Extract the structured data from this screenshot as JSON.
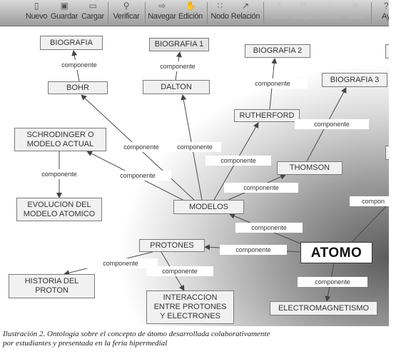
{
  "toolbar": {
    "buttons": [
      {
        "label": "Nuevo",
        "icon": "document-icon",
        "glyph": "▯",
        "enabled": true
      },
      {
        "label": "Guardar",
        "icon": "save-icon",
        "glyph": "▣",
        "enabled": true
      },
      {
        "label": "Cargar",
        "icon": "folder-icon",
        "glyph": "▭",
        "enabled": true
      },
      {
        "label": "Verificar",
        "icon": "magnifier-icon",
        "glyph": "⚲",
        "enabled": true
      },
      {
        "label": "Navegar",
        "icon": "arrow-icon",
        "glyph": "⇨",
        "enabled": true
      },
      {
        "label": "Edición",
        "icon": "hand-icon",
        "glyph": "✋",
        "enabled": true
      },
      {
        "label": "Nodo",
        "icon": "node-icon",
        "glyph": "∷",
        "enabled": true
      },
      {
        "label": "Relación",
        "icon": "relation-icon",
        "glyph": "↗",
        "enabled": true
      },
      {
        "label": "Texto",
        "icon": "text-icon",
        "glyph": "A",
        "enabled": false
      },
      {
        "label": "Imagen",
        "icon": "image-icon",
        "glyph": "⊠",
        "enabled": false
      },
      {
        "label": "Sonido",
        "icon": "speaker-icon",
        "glyph": "♪",
        "enabled": false
      },
      {
        "label": "Video",
        "icon": "eye-icon",
        "glyph": "◉",
        "enabled": false
      },
      {
        "label": "Ay",
        "icon": "help-icon",
        "glyph": "?",
        "enabled": true
      }
    ]
  },
  "diagram": {
    "nodes": [
      {
        "id": "bio0",
        "label": "BIOGRAFIA"
      },
      {
        "id": "bio1",
        "label": "BIOGRAFIA 1"
      },
      {
        "id": "bio2",
        "label": "BIOGRAFIA 2"
      },
      {
        "id": "bio3",
        "label": "BIOGRAFIA 3"
      },
      {
        "id": "bohr",
        "label": "BOHR"
      },
      {
        "id": "dalton",
        "label": "DALTON"
      },
      {
        "id": "rutherford",
        "label": "RUTHERFORD"
      },
      {
        "id": "schrod",
        "label": "SCHRODINGER O\nMODELO ACTUAL"
      },
      {
        "id": "thomson",
        "label": "THOMSON"
      },
      {
        "id": "evol",
        "label": "EVOLUCION DEL\nMODELO ATOMICO"
      },
      {
        "id": "modelos",
        "label": "MODELOS"
      },
      {
        "id": "protones",
        "label": "PROTONES"
      },
      {
        "id": "atomo",
        "label": "ATOMO"
      },
      {
        "id": "historia",
        "label": "HISTORIA DEL\nPROTON"
      },
      {
        "id": "interaccion",
        "label": "INTERACCION\nENTRE PROTONES\nY ELECTRONES"
      },
      {
        "id": "electro",
        "label": "ELECTROMAGNETISMO"
      }
    ],
    "edges": [
      {
        "from": "bohr",
        "to": "bio0",
        "label": "componente"
      },
      {
        "from": "dalton",
        "to": "bio1",
        "label": "componente"
      },
      {
        "from": "rutherford",
        "to": "bio2",
        "label": "componente"
      },
      {
        "from": "thomson",
        "to": "bio3",
        "label": "componente"
      },
      {
        "from": "modelos",
        "to": "bohr",
        "label": "componente"
      },
      {
        "from": "modelos",
        "to": "dalton",
        "label": "componente"
      },
      {
        "from": "modelos",
        "to": "rutherford",
        "label": "componente"
      },
      {
        "from": "modelos",
        "to": "schrod",
        "label": "componente"
      },
      {
        "from": "modelos",
        "to": "thomson",
        "label": "componente"
      },
      {
        "from": "schrod",
        "to": "evol",
        "label": "componente"
      },
      {
        "from": "atomo",
        "to": "modelos",
        "label": "componente"
      },
      {
        "from": "atomo",
        "to": "protones",
        "label": "componente"
      },
      {
        "from": "protones",
        "to": "historia",
        "label": "componente"
      },
      {
        "from": "protones",
        "to": "interaccion",
        "label": "componente"
      },
      {
        "from": "atomo",
        "to": "electro",
        "label": "componente"
      },
      {
        "from": "atomo",
        "to": "offscreen",
        "label": "compon"
      }
    ]
  },
  "caption": {
    "line1": "Ilustración 2. Ontología sobre el concepto de átomo desarrollada colaborativamente",
    "line2": "por estudiantes y presentada en la feria hipermedial"
  }
}
